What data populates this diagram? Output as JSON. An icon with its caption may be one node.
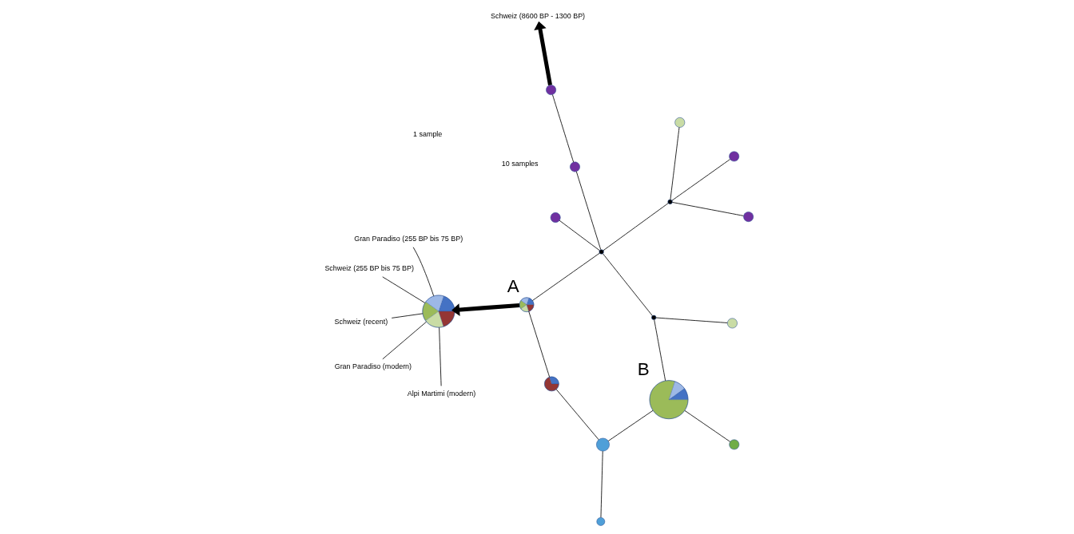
{
  "diagram": {
    "nodes": [
      {
        "text": [],
        "shape": "circle"
      },
      {
        "text": [
          "Alpi Martimi (modern)"
        ]
      },
      {
        "text": [
          "Gran Paradiso (modern)"
        ]
      },
      {
        "text": [
          "Schweiz (255 BP bis 75 BP)"
        ]
      },
      {
        "text": [
          "Gran Paradiso (255 BP bis 75 BP)"
        ]
      },
      {
        "text": [
          "Schweiz (recent)"
        ]
      },
      {
        "text": [],
        "shape": "circle"
      },
      {
        "text": [],
        "shape": "circle"
      },
      {
        "text": [],
        "shape": "circle"
      },
      {
        "text": [],
        "shape": "circle",
        "beside": [
          "A"
        ]
      },
      {
        "text": [],
        "shape": "circle"
      },
      {
        "text": [],
        "shape": "circle"
      },
      {
        "text": [],
        "shape": "circle"
      },
      {
        "text": [],
        "shape": "circle",
        "beside": [
          "B"
        ]
      },
      {
        "text": [],
        "shape": "circle"
      },
      {
        "text": [],
        "shape": "circle"
      },
      {
        "text": [],
        "shape": "circle"
      },
      {
        "text": [
          "Schweiz (8600 BP - 1300 BP)"
        ]
      },
      {
        "text": [],
        "shape": "circle"
      },
      {
        "text": [],
        "shape": "circle"
      },
      {
        "text": [],
        "shape": "circle"
      },
      {
        "text": [],
        "shape": "circle"
      },
      {
        "text": [],
        "shape": "circle"
      }
    ],
    "edges": [
      {
        "from": 1,
        "to": 0,
        "arrow": "none"
      },
      {
        "from": 2,
        "to": 0,
        "arrow": "none"
      },
      {
        "from": 3,
        "to": 0,
        "arrow": "none"
      },
      {
        "from": 4,
        "to": 0,
        "arrow": "none"
      },
      {
        "from": 5,
        "to": 0,
        "arrow": "none"
      },
      {
        "from": 9,
        "to": 0,
        "arrow": "to",
        "style": "thick"
      },
      {
        "from": 6,
        "to": 11,
        "arrow": "none"
      },
      {
        "from": 11,
        "to": 7,
        "arrow": "none"
      },
      {
        "from": 7,
        "to": 9,
        "arrow": "none"
      },
      {
        "from": 11,
        "to": 13,
        "arrow": "none"
      },
      {
        "from": 13,
        "to": 20,
        "arrow": "none"
      },
      {
        "from": 13,
        "to": 16,
        "arrow": "none"
      },
      {
        "from": 16,
        "to": 19,
        "arrow": "none"
      },
      {
        "from": 16,
        "to": 15,
        "arrow": "none"
      },
      {
        "from": 15,
        "to": 9,
        "arrow": "none"
      },
      {
        "from": 15,
        "to": 21,
        "arrow": "none"
      },
      {
        "from": 15,
        "to": 18,
        "arrow": "none"
      },
      {
        "from": 18,
        "to": 22,
        "arrow": "none"
      },
      {
        "from": 15,
        "to": 12,
        "arrow": "none"
      },
      {
        "from": 12,
        "to": 8,
        "arrow": "none"
      },
      {
        "from": 12,
        "to": 10,
        "arrow": "none"
      },
      {
        "from": 12,
        "to": 14,
        "arrow": "none"
      },
      {
        "from": 22,
        "to": 17,
        "arrow": "to",
        "style": "thick"
      }
    ],
    "labels": [
      "10 samples",
      "1 sample"
    ]
  }
}
